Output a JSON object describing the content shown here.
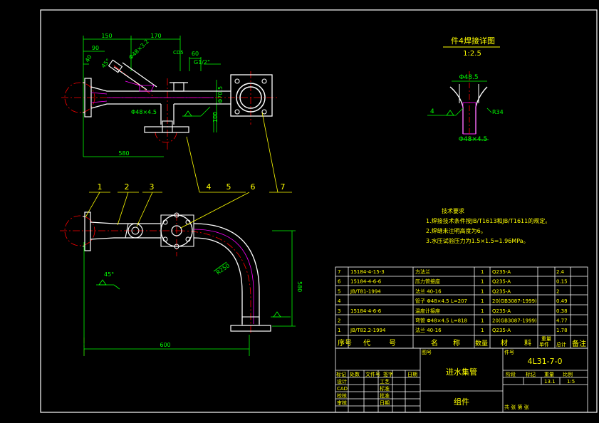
{
  "colors": {
    "background": "#000000",
    "outline": "#ffffff",
    "dimension": "#00ff00",
    "centerline": "#ff0000",
    "leader": "#ffff00",
    "title": "#ffff00",
    "hatch": "#ff00ff"
  },
  "detail": {
    "title": "件4焊接详图",
    "scale": "1:2.5",
    "dim_top": "Φ48.5",
    "dim_side": "R34",
    "weld_mark": "4",
    "dim_bottom": "Φ48×4.5"
  },
  "top_view": {
    "dims": {
      "d150": "150",
      "d170": "170",
      "d90": "90",
      "d40": "40",
      "d45": "45°",
      "d_pipe": "Φ48×3.2",
      "d60": "60",
      "d_thread": "G1/2\"",
      "d_tube": "Φ48×4.5",
      "d_vert": "Φ70.5",
      "d580": "580",
      "d100": "100",
      "d_cd": "CD5"
    }
  },
  "front_view": {
    "dims": {
      "radius": "R250",
      "height": "580",
      "width": "600",
      "angle": "45°"
    }
  },
  "balloons": [
    "1",
    "2",
    "3",
    "4",
    "5",
    "6",
    "7"
  ],
  "notes": {
    "heading": "技术要求",
    "lines": [
      "1.焊接技术条件按JB/T1613和JB/T1611的规定。",
      "2.焊缝未注明高度为6。",
      "3.水压试验压力为1.5×1.5=1.96MPa。"
    ]
  },
  "bom": {
    "headers": [
      "序号",
      "代",
      "号",
      "名",
      "称",
      "数量",
      "材",
      "料",
      "单件",
      "总计",
      "备注"
    ],
    "mass_header": "重量",
    "rows": [
      [
        "7",
        "15184-4-15-3",
        "方法兰",
        "1",
        "Q235-A",
        "",
        "2.4"
      ],
      [
        "6",
        "15184-4-6-6",
        "压力管接座",
        "1",
        "Q235-A",
        "",
        "0.15"
      ],
      [
        "5",
        "JB/T81-1994",
        "法兰 40-16",
        "1",
        "Q235-A",
        "",
        "2"
      ],
      [
        "4",
        "",
        "管子 Φ48×4.5 L=207",
        "1",
        "20(GB3087-1999)",
        "",
        "0.49"
      ],
      [
        "3",
        "15184-4-6-6",
        "温度计接座",
        "1",
        "Q235-A",
        "",
        "0.38"
      ],
      [
        "2",
        "",
        "弯管 Φ48×4.5 L=818",
        "1",
        "20(GB3087-1999)",
        "",
        "4.77"
      ],
      [
        "1",
        "JB/T82.2-1994",
        "法兰 40-16",
        "1",
        "Q235-A",
        "",
        "1.78"
      ]
    ]
  },
  "title_block": {
    "drawing_no": "4L31-7-0",
    "part_name": "进水集管",
    "category": "组件",
    "prefix_label": "件号",
    "sub_label": "图号",
    "mass": "13.1",
    "scale": "1:5",
    "stage_labels": [
      "阶段",
      "标记",
      "重量",
      "比例"
    ],
    "rev_headers": [
      "标记",
      "处数",
      "文件号",
      "签字",
      "日期"
    ],
    "roles": [
      "设计",
      "CAD",
      "校核",
      "审核"
    ],
    "roles_right": [
      "工艺",
      "标准",
      "批准",
      "日期"
    ],
    "sheet_info": "共  张 第  张"
  }
}
